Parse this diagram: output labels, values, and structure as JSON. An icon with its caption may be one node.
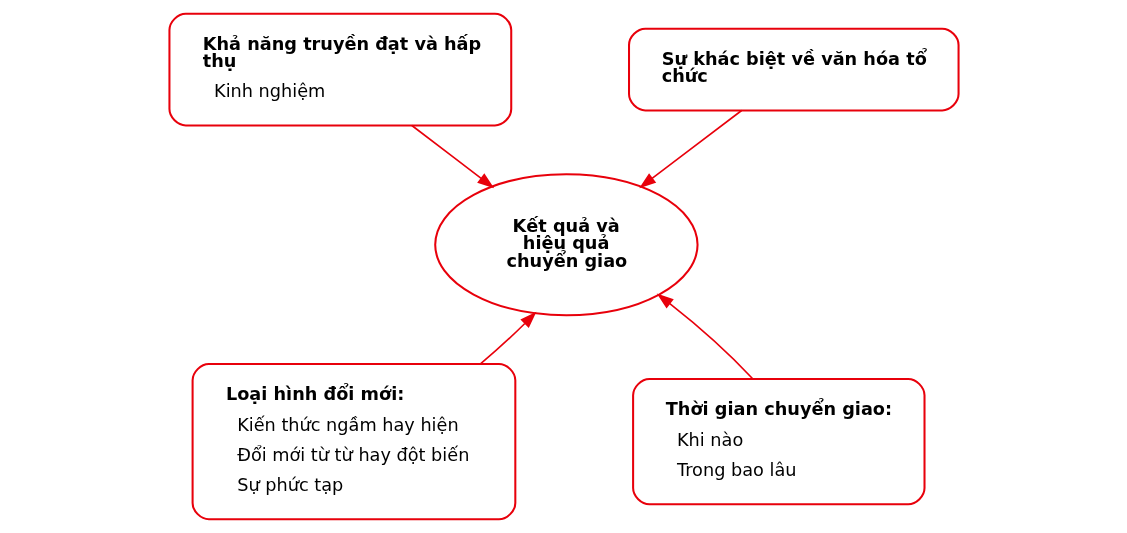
{
  "diagram": {
    "nodes": [
      {
        "text": [
          "Khả năng truyền đạt và hấp thụ",
          "Kinh nghiệm"
        ]
      },
      {
        "text": [
          "Sự khác biệt về văn hóa tổ chức"
        ]
      },
      {
        "text": [
          "Kết quả và hiệu quả chuyển giao"
        ]
      },
      {
        "text": [
          "Loại hình đổi mới:",
          "Kiến thức ngầm hay hiện",
          "Đổi mới từ từ hay đột biến",
          "Sự phức tạp"
        ]
      },
      {
        "text": [
          "Thời gian chuyển giao:",
          "Khi nào",
          "Trong bao lâu"
        ]
      }
    ],
    "edges": [
      {
        "from": 0,
        "to": 2,
        "arrow": "to"
      },
      {
        "from": 1,
        "to": 2,
        "arrow": "to"
      },
      {
        "from": 3,
        "to": 2,
        "arrow": "to"
      },
      {
        "from": 4,
        "to": 2,
        "arrow": "to"
      }
    ]
  }
}
